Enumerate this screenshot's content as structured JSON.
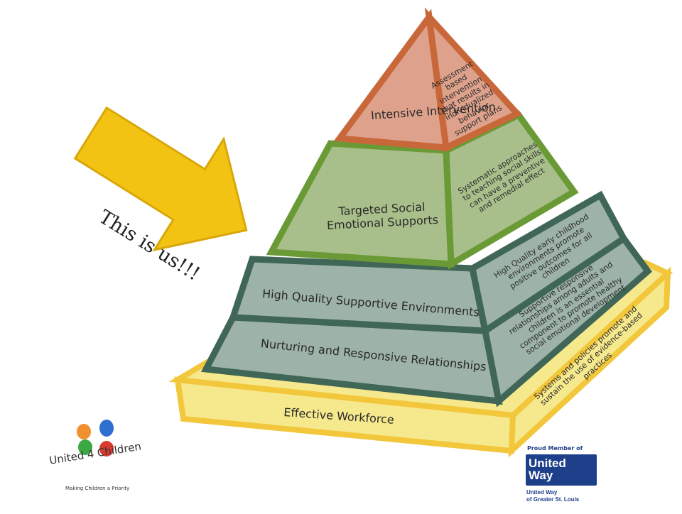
{
  "arrow": {
    "text": "This is us!!!",
    "color": "#f2c312"
  },
  "pyramid": {
    "tiers": [
      {
        "name": "Intensive Intervention",
        "side": "Assessment based intervention that results in individualized behavior support plans",
        "color": "#dea28c",
        "border": "#c8683a"
      },
      {
        "name": "Targeted Social Emotional Supports",
        "side": "Systematic approaches to teaching social skills can have a preventive and remedial effect",
        "color": "#a9bf8b",
        "border": "#6a9a35"
      },
      {
        "name": "High Quality Supportive Environments",
        "side": "High Quality early childhood environments promote positive outcomes for all children",
        "color": "#9db2a8",
        "border": "#3f6656"
      },
      {
        "name": "Nurturing and Responsive Relationships",
        "side": "Supportive responsive relationships among adults and children is an essential component to promote healthy social emotional development",
        "color": "#9db2a8",
        "border": "#3f6656"
      }
    ],
    "base": {
      "name": "Effective Workforce",
      "side": "Systems and policies promote and sustain the use of evidence-based practices",
      "color": "#f6e88c",
      "border": "#f2c73c"
    }
  },
  "logos": {
    "united4children": {
      "name": "United 4 Children",
      "tagline": "Making Children a Priority"
    },
    "united_way": {
      "member": "Proud Member of",
      "word1": "United",
      "word2": "Way",
      "sub1": "United Way",
      "sub2": "of Greater St. Louis",
      "color": "#1e3f8a"
    }
  }
}
